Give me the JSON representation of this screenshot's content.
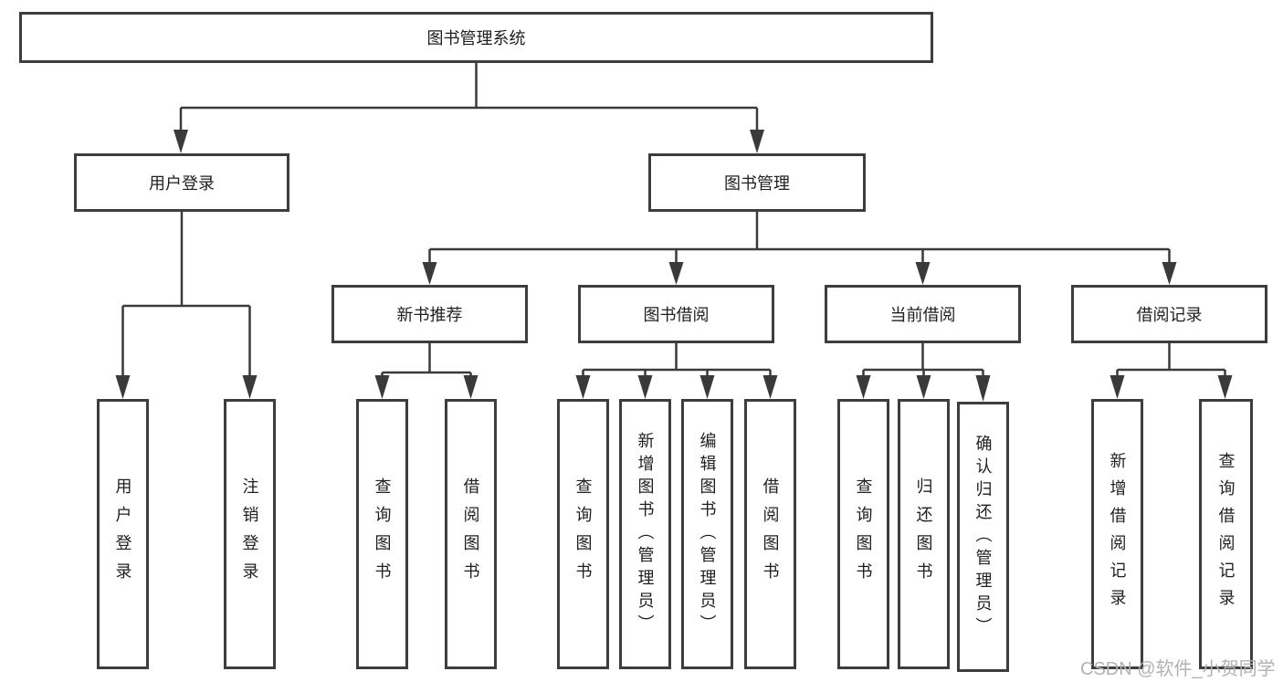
{
  "tree": {
    "root": {
      "label": "图书管理系统"
    },
    "branches": [
      {
        "label": "用户登录",
        "children": [
          {
            "label": "用户登录"
          },
          {
            "label": "注销登录"
          }
        ]
      },
      {
        "label": "图书管理",
        "children": [
          {
            "label": "新书推荐",
            "children": [
              {
                "label": "查询图书"
              },
              {
                "label": "借阅图书"
              }
            ]
          },
          {
            "label": "图书借阅",
            "children": [
              {
                "label": "查询图书"
              },
              {
                "label": "新增图书（管理员）"
              },
              {
                "label": "编辑图书（管理员）"
              },
              {
                "label": "借阅图书"
              }
            ]
          },
          {
            "label": "当前借阅",
            "children": [
              {
                "label": "查询图书"
              },
              {
                "label": "归还图书"
              },
              {
                "label": "确认归还（管理员）"
              }
            ]
          },
          {
            "label": "借阅记录",
            "children": [
              {
                "label": "新增借阅记录"
              },
              {
                "label": "查询借阅记录"
              }
            ]
          }
        ]
      }
    ]
  },
  "watermark": "CSDN @软件_小贺同学",
  "colors": {
    "line": "#3a3a3a",
    "box_border": "#3d3d3d",
    "text": "#1f1f1f",
    "watermark": "#b2b2b2",
    "background": "#ffffff"
  }
}
